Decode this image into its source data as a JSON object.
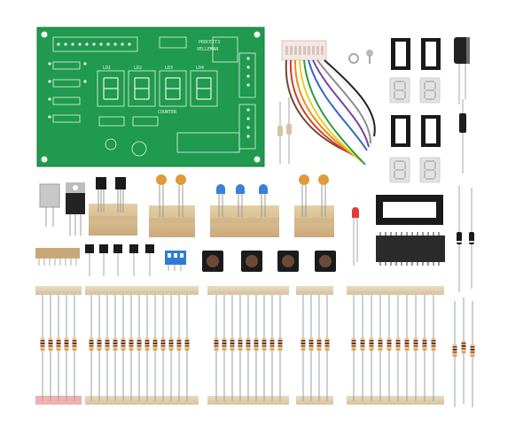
{
  "photo": {
    "background_color": "#ffffff",
    "pcb": {
      "color": "#1f9a4e",
      "silkscreen_color": "#e8f5ec",
      "title_text": "PROCEIT3",
      "brand_text": "VELLEMAN",
      "counter_text": "COUNTER",
      "display_pads": [
        "LD1",
        "LD2",
        "LD3",
        "LD4"
      ]
    },
    "parts": [
      {
        "id": "connector-cable",
        "name": "10-pin connector with multicolor wires"
      },
      {
        "id": "ic-sockets",
        "name": "IC sockets"
      },
      {
        "id": "seven-seg",
        "name": "7-segment LED displays"
      },
      {
        "id": "electrolytic-cap",
        "name": "electrolytic capacitor"
      },
      {
        "id": "crystal",
        "name": "crystal oscillator"
      },
      {
        "id": "regulator",
        "name": "voltage regulator"
      },
      {
        "id": "transistors",
        "name": "transistors"
      },
      {
        "id": "ceramic-caps",
        "name": "ceramic capacitors"
      },
      {
        "id": "blue-leds",
        "name": "blue LEDs"
      },
      {
        "id": "red-led",
        "name": "red LED"
      },
      {
        "id": "microcontroller",
        "name": "28-pin IC"
      },
      {
        "id": "dip-switch",
        "name": "DIP switch"
      },
      {
        "id": "tactile-switches",
        "name": "push buttons"
      },
      {
        "id": "pin-header",
        "name": "pin header"
      },
      {
        "id": "diodes",
        "name": "diodes"
      },
      {
        "id": "resistors",
        "name": "resistor strips"
      }
    ]
  }
}
